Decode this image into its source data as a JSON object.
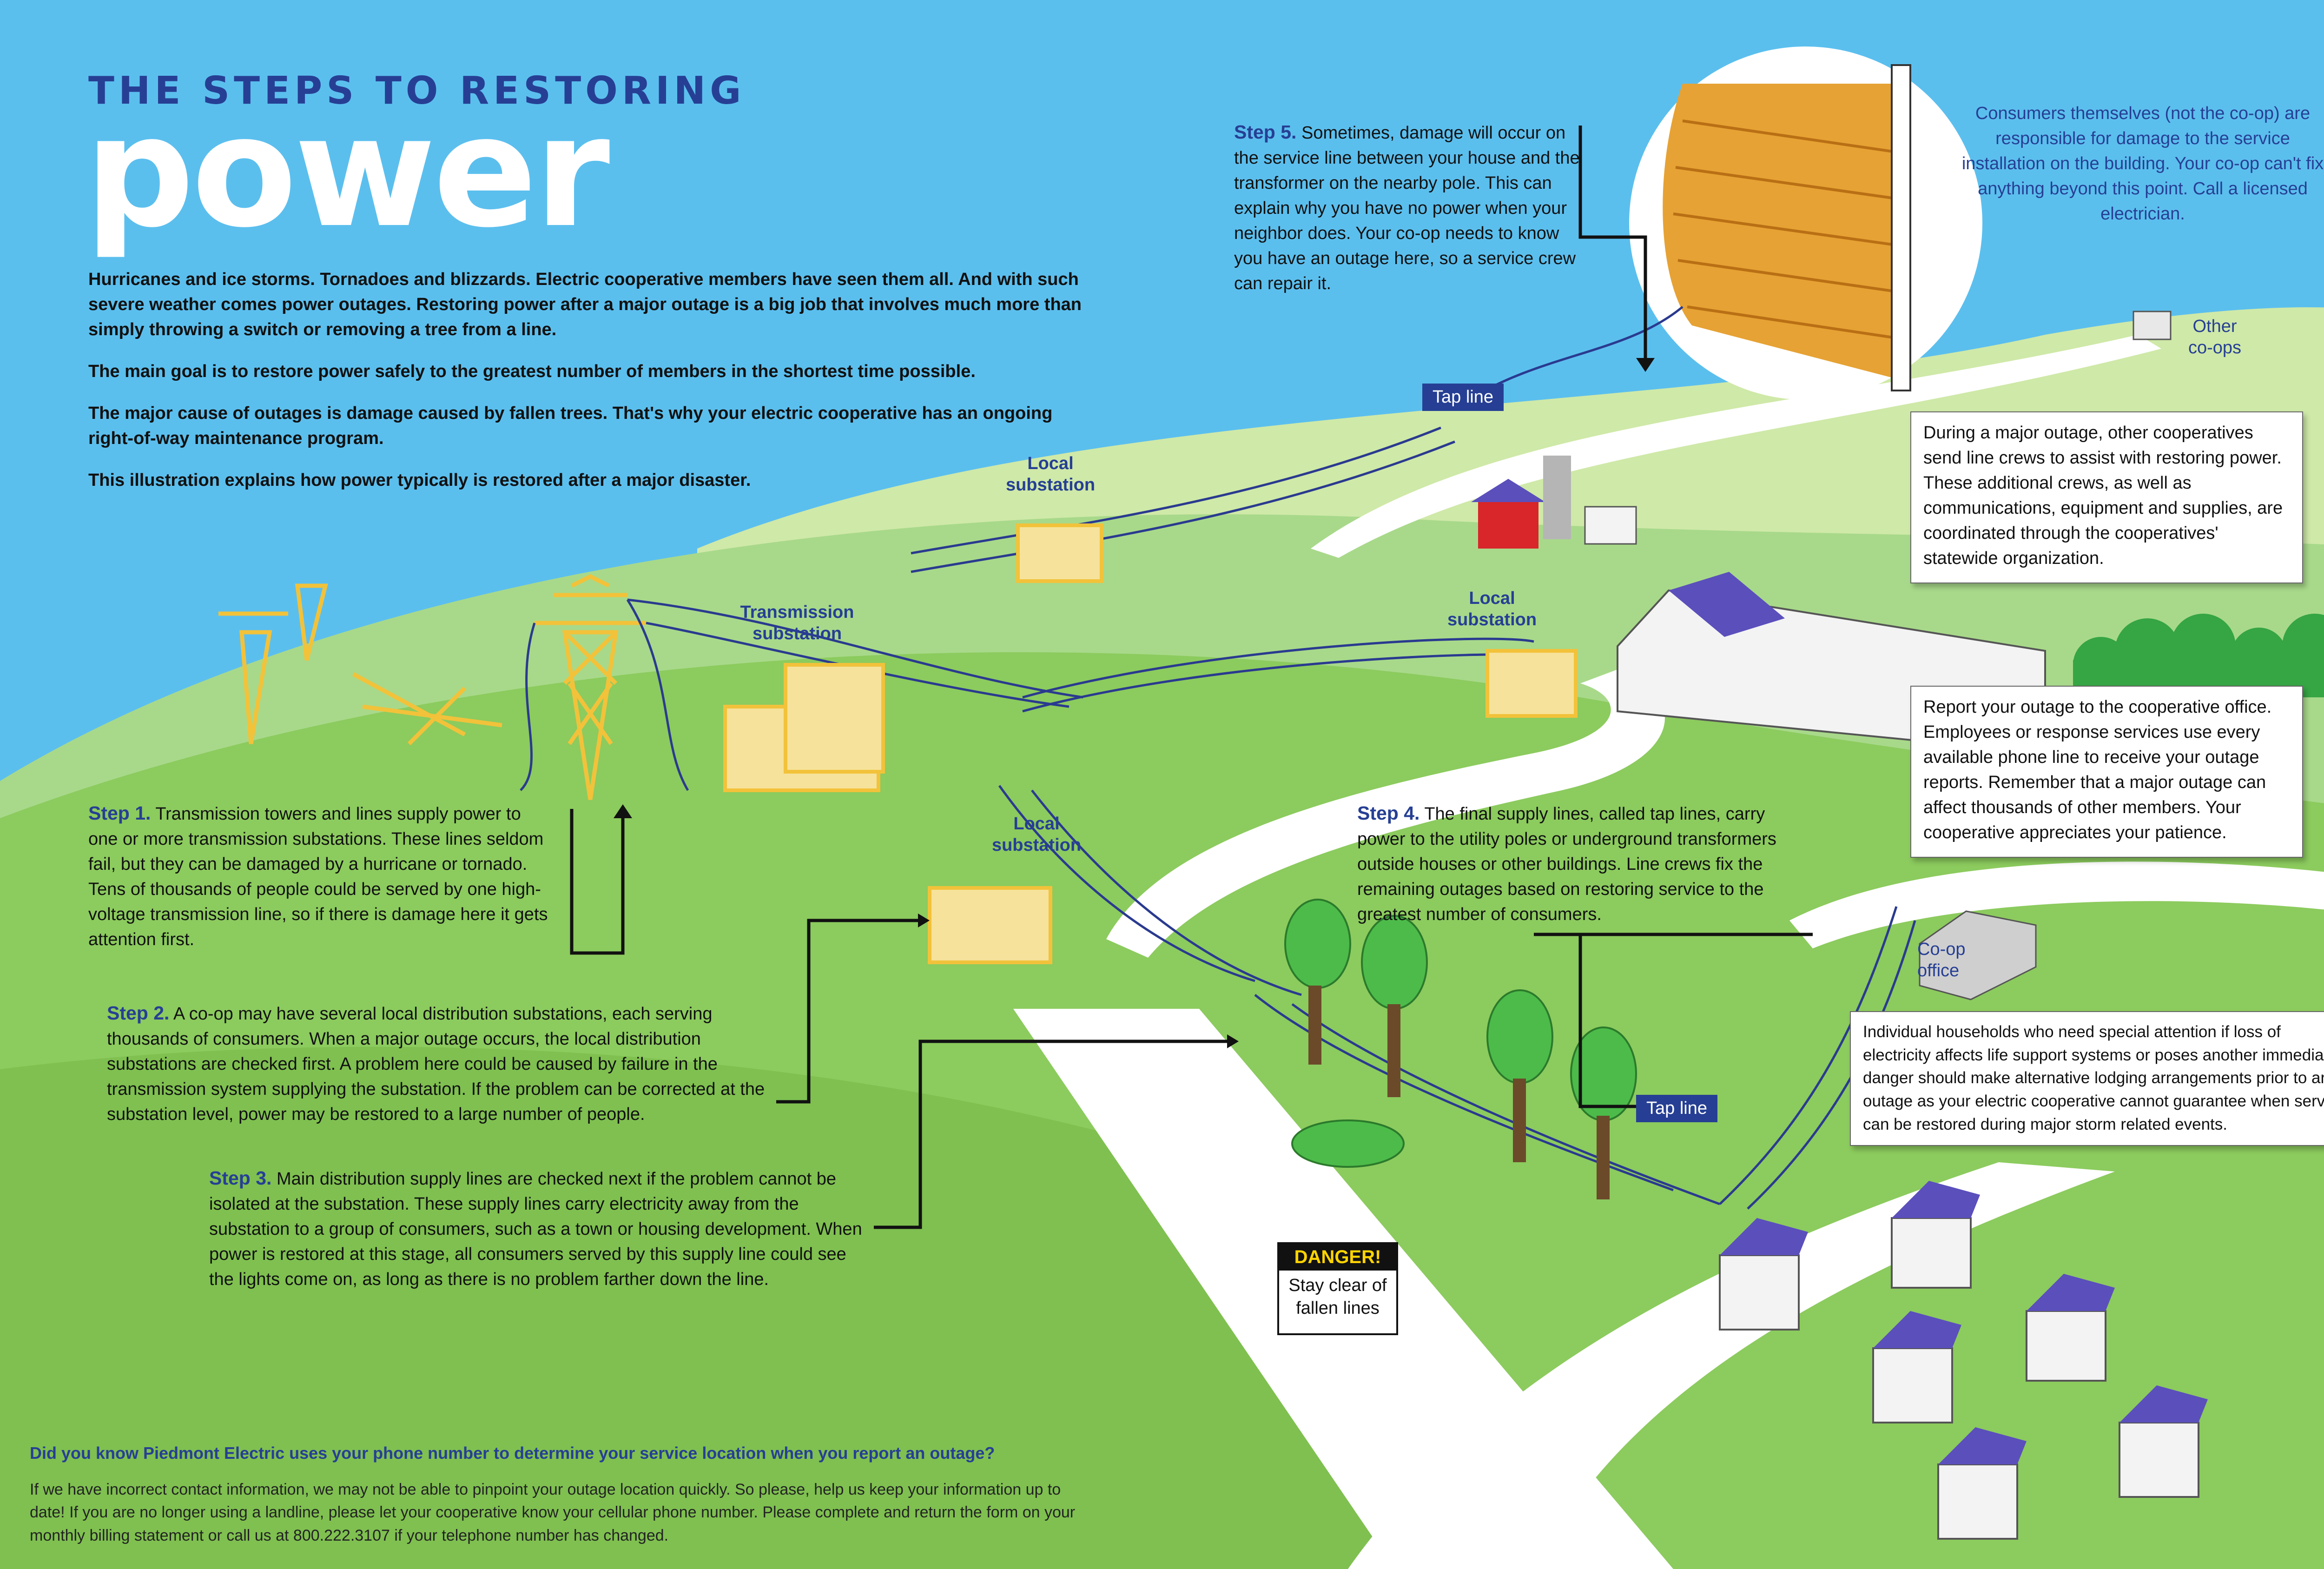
{
  "heading": {
    "kicker": "THE STEPS TO RESTORING",
    "title": "power"
  },
  "intro": {
    "p1": "Hurricanes and ice storms. Tornadoes and blizzards. Electric cooperative members have seen them all. And with such severe weather comes power outages. Restoring power after a major outage is a big job that involves much more than simply throwing a switch or removing a tree from a line.",
    "p2": "The main goal is to restore power safely to the greatest number of members in the shortest time possible.",
    "p3": "The major cause of outages is damage caused by fallen trees. That's why your electric cooperative has an ongoing right-of-way maintenance program.",
    "p4": "This illustration explains how power typically is restored after a major disaster."
  },
  "steps": {
    "s1": {
      "label": "Step 1.",
      "text": "Transmission towers and lines supply power to one or more transmission substations. These lines seldom fail, but they can be damaged by a hurricane or tornado. Tens of thousands of people could be served by one high-voltage transmission line, so if there is damage here it gets attention first."
    },
    "s2": {
      "label": "Step 2.",
      "text": "A co-op may have several local distribution substations, each serving thousands of consumers. When a major outage occurs, the local distribution substations are checked first. A problem here could be caused by failure in the transmission system supplying the substation. If the problem can be corrected at the substation level, power may be restored to a large number of people."
    },
    "s3": {
      "label": "Step 3.",
      "text": "Main distribution supply lines are checked next if the problem cannot be isolated at the substation. These supply lines carry electricity away from the substation to a group of consumers, such as a town or housing development. When power is restored at this stage, all consumers served by this supply line could see the lights come on, as long as there is no problem farther down the line."
    },
    "s4": {
      "label": "Step 4.",
      "text": "The final supply lines, called tap lines, carry power to the utility poles or underground transformers outside houses or other buildings. Line crews fix the remaining outages based on restoring service to the greatest number of consumers."
    },
    "s5": {
      "label": "Step 5.",
      "text": "Sometimes, damage will occur on the service line between your house and the transformer on the nearby pole. This can explain why you have no power when your neighbor does. Your co-op needs to know you have an outage here, so a service crew can repair it."
    }
  },
  "callouts": {
    "consumers": "Consumers themselves (not the co-op) are responsible for damage to the service installation on the building. Your co-op can't fix anything beyond this point. Call a licensed electrician.",
    "other_coops": "During a major outage, other cooperatives send line crews to assist with restoring power. These additional crews, as well as communications, equipment and supplies, are coordinated through the cooperatives' statewide organization.",
    "report": "Report your outage to the cooperative office. Employees or response services use every available phone line to receive your outage reports. Remember that a major outage can affect thousands of other members. Your cooperative appreciates your patience.",
    "households": "Individual households who need special attention if loss of electricity affects life support systems or poses another immediate danger should make alternative lodging arrangements prior to an outage as your electric cooperative cannot guarantee when service can be restored during major storm related events."
  },
  "labels": {
    "local_substation": "Local substation",
    "transmission_substation": "Transmission substation",
    "tap_line": "Tap line",
    "other_coops": "Other co-ops",
    "coop_office": "Co-op office"
  },
  "danger": {
    "title": "DANGER!",
    "text": "Stay clear of fallen lines"
  },
  "footer": {
    "question": "Did you know Piedmont Electric uses your phone number to determine your service location when you report an outage?",
    "text": "If we have incorrect  contact information, we may not be able to pinpoint your outage location quickly. So please, help us keep your information up to date! If you are no longer using a landline, please let your cooperative know your cellular phone number.  Please complete and return the form on your monthly  billing statement or call us at 800.222.3107 if your telephone number has changed."
  },
  "colors": {
    "sky": "#5bbfee",
    "grass_light": "#b7df8a",
    "grass_dark": "#8ccb5e",
    "heading_blue": "#263f94",
    "tower_yellow": "#f2c23a",
    "wire": "#2a3a8f"
  }
}
